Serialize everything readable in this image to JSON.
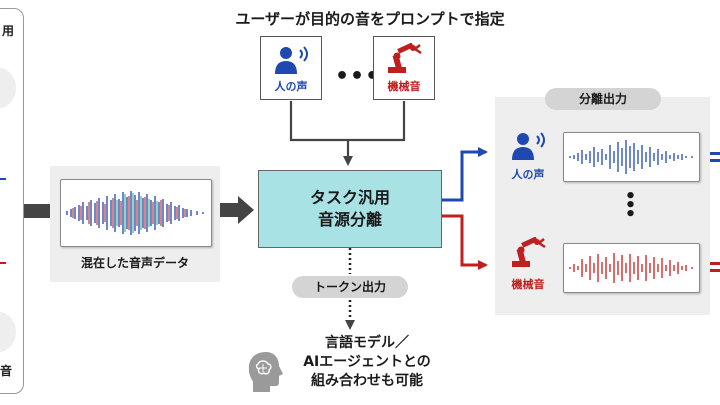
{
  "title": "ユーザーが目的の音をプロンプトで指定",
  "prompts": {
    "human_label": "人の声",
    "dots": "•••",
    "machine_label": "機械音"
  },
  "input": {
    "caption": "混在した音声データ"
  },
  "core": {
    "line1": "タスク汎用",
    "line2": "音源分離"
  },
  "token_output": {
    "label": "トークン出力"
  },
  "note": {
    "line1": "言語モデル／",
    "line2": "AIエージェントとの",
    "line3": "組み合わせも可能"
  },
  "separated": {
    "title": "分離出力",
    "human_label": "人の声",
    "machine_label": "機械音"
  },
  "left_partial": {
    "top_char": "用",
    "bottom_char": "音"
  },
  "colors": {
    "blue": "#1f48b0",
    "red": "#c01f1f",
    "teal": "#a9e2e5",
    "green": "#3cae8c",
    "gray": "#444444"
  },
  "icons": [
    "person-speaking-icon",
    "robot-arm-icon",
    "ai-head-icon"
  ]
}
